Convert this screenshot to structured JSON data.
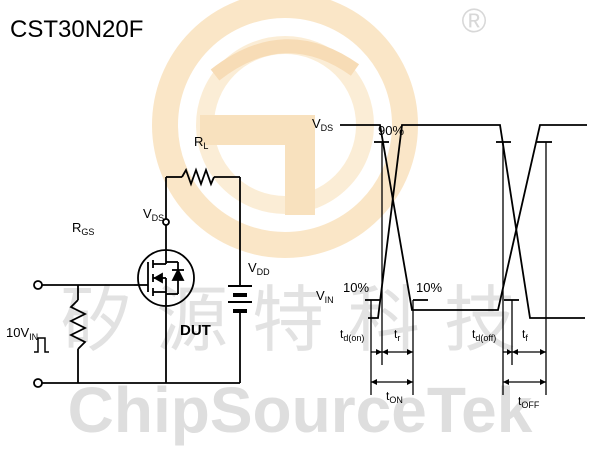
{
  "title": "CST30N20F",
  "watermark": {
    "chinese": "矽源特科技",
    "latin": "ChipSourceTek",
    "registered": "®",
    "logo_color": "#f3c27a"
  },
  "circuit": {
    "rl": {
      "main": "R",
      "sub": "L"
    },
    "rgs": {
      "main": "R",
      "sub": "GS"
    },
    "vds": {
      "main": "V",
      "sub": "DS"
    },
    "vdd": {
      "main": "V",
      "sub": "DD"
    },
    "dut": "DUT",
    "input": {
      "main": "10V",
      "sub": "IN"
    }
  },
  "waveform": {
    "vds": {
      "main": "V",
      "sub": "DS"
    },
    "vin": {
      "main": "V",
      "sub": "IN"
    },
    "pct90": "90%",
    "pct10_left": "10%",
    "pct10_right": "10%",
    "td_on": {
      "main": "t",
      "sub": "d(on)"
    },
    "tr": {
      "main": "t",
      "sub": "r"
    },
    "ton": {
      "main": "t",
      "sub": "ON"
    },
    "td_off": {
      "main": "t",
      "sub": "d(off)"
    },
    "tf": {
      "main": "t",
      "sub": "f"
    },
    "toff": {
      "main": "t",
      "sub": "OFF"
    }
  }
}
